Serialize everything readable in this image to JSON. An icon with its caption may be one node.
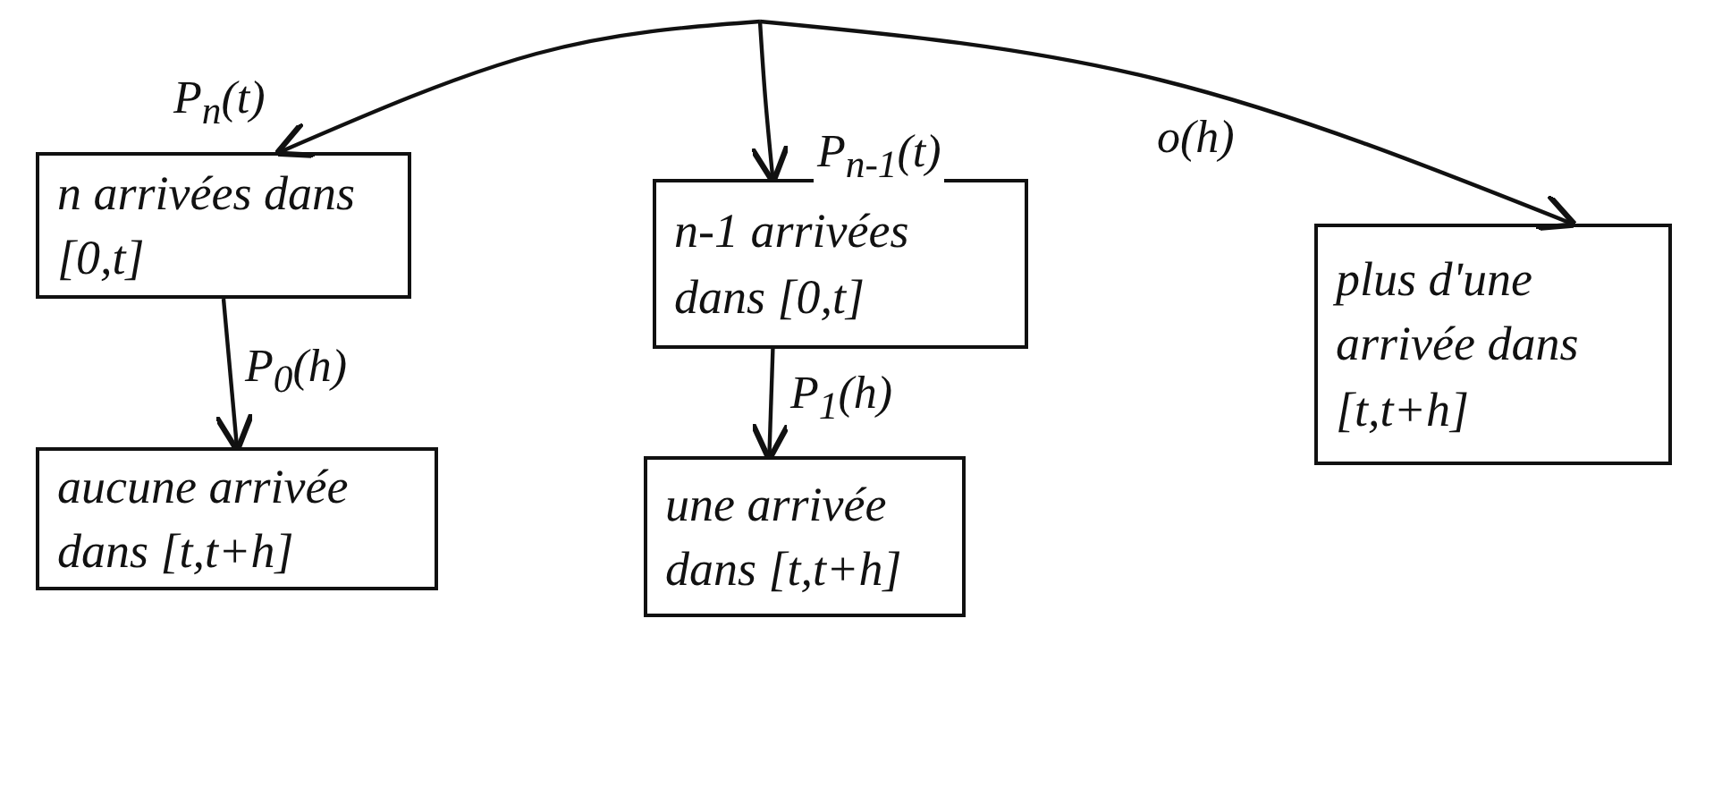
{
  "diagram": {
    "nodes": [
      {
        "text": [
          "n arrivées dans [0,t]"
        ]
      },
      {
        "text": [
          "n-1 arrivées dans [0,t]"
        ]
      },
      {
        "text": [
          "plus d'une arrivée dans [t,t+h]"
        ]
      },
      {
        "text": [
          "aucune arrivée dans [t,t+h]"
        ]
      },
      {
        "text": [
          "une arrivée dans [t,t+h]"
        ]
      }
    ],
    "edges": [
      {
        "from": null,
        "to": 0,
        "arrow": "to",
        "label": "P$_{n}$(t)"
      },
      {
        "from": null,
        "to": 1,
        "arrow": "to",
        "label": "P$_{n-1}$(t)"
      },
      {
        "from": null,
        "to": 2,
        "arrow": "to",
        "label": "o(h)"
      },
      {
        "from": 0,
        "to": 3,
        "arrow": "to",
        "label": "P$_{0}$(h)"
      },
      {
        "from": 1,
        "to": 4,
        "arrow": "to",
        "label": "P$_{1}$(h)"
      }
    ]
  }
}
